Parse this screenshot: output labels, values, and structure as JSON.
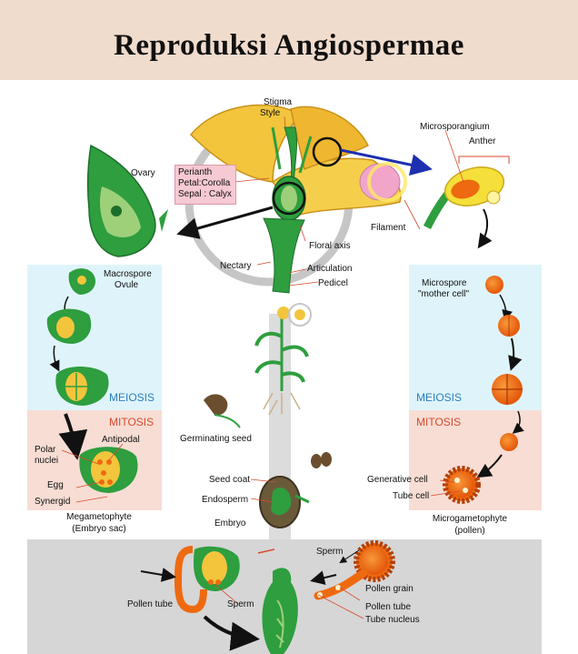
{
  "title": "Reproduksi Angiospermae",
  "labels": {
    "stigma": "Stigma",
    "style": "Style",
    "microsporangium": "Microsporangium",
    "anther": "Anther",
    "ovary": "Ovary",
    "perianth": "Perianth",
    "petal": "Petal:Corolla",
    "sepal": "Sepal : Calyx",
    "filament": "Filament",
    "floral_axis": "Floral axis",
    "nectary": "Nectary",
    "articulation": "Articulation",
    "pedicel": "Pedicel",
    "macrospore": "Macrospore",
    "ovule": "Ovule",
    "microspore": "Microspore",
    "mother_cell": "\"mother cell\"",
    "meiosis_left": "MEIOSIS",
    "meiosis_right": "MEIOSIS",
    "mitosis_left": "MITOSIS",
    "mitosis_right": "MITOSIS",
    "polar": "Polar",
    "nuclei": "nuclei",
    "antipodal": "Antipodal",
    "egg": "Egg",
    "synergid": "Synergid",
    "megagametophyte": "Megametophyte",
    "embryo_sac": "(Embryo sac)",
    "germinating_seed": "Germinating seed",
    "seed_coat": "Seed coat",
    "endosperm": "Endosperm",
    "embryo": "Embryo",
    "generative_cell": "Generative cell",
    "tube_cell": "Tube cell",
    "microgametophyte": "Microgametophyte",
    "pollen": "(pollen)",
    "sperm_top": "Sperm",
    "pollen_grain": "Pollen grain",
    "pollen_tube_left": "Pollen tube",
    "sperm_left": "Sperm",
    "pollen_tube_right": "Pollen tube",
    "tube_nucleus": "Tube nucleus"
  },
  "colors": {
    "title_band": "#f0dccd",
    "plant_green": "#2e9e3e",
    "dark_green": "#1d6e2a",
    "petal_yellow": "#f2c53d",
    "orange": "#ee6a10",
    "meiosis_blue": "#2a7fc2",
    "mitosis_red": "#d84a2e"
  }
}
